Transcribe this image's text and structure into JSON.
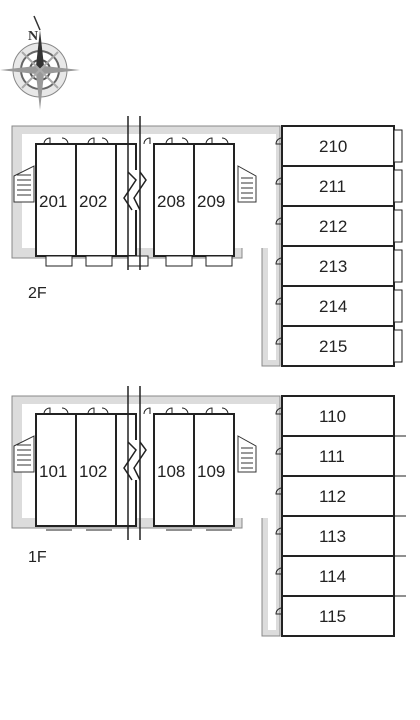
{
  "compass": {
    "north_label": "N",
    "icon": "compass-rose-icon"
  },
  "floors": [
    {
      "label": "2F",
      "left_units": [
        "201",
        "202",
        "208",
        "209"
      ],
      "right_units": [
        "210",
        "211",
        "212",
        "213",
        "214",
        "215"
      ]
    },
    {
      "label": "1F",
      "left_units": [
        "101",
        "102",
        "108",
        "109"
      ],
      "right_units": [
        "110",
        "111",
        "112",
        "113",
        "114",
        "115"
      ]
    }
  ],
  "colors": {
    "walkway": "#dcdcdc",
    "outline": "#222222",
    "unit_fill": "#ffffff"
  }
}
